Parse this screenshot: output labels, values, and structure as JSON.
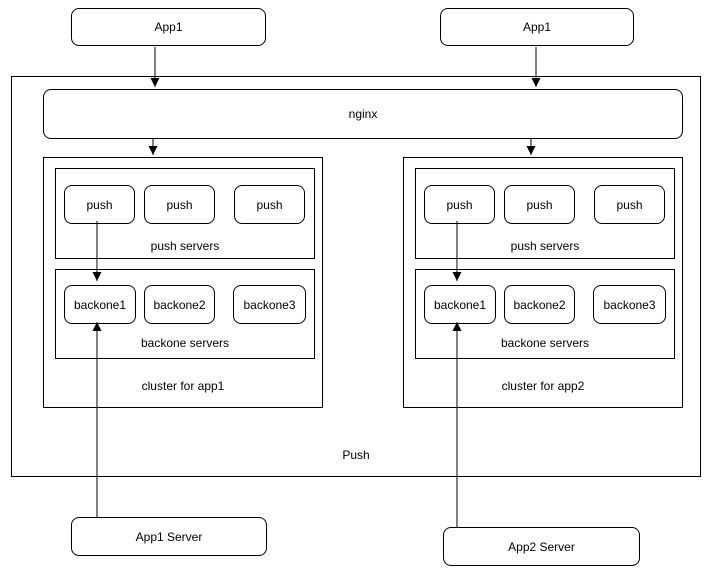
{
  "colors": {
    "stroke": "#000000",
    "fill": "#ffffff",
    "background": "#ffffff"
  },
  "top_nodes": [
    {
      "label": "App1"
    },
    {
      "label": "App1"
    }
  ],
  "push_container": {
    "label": "Push"
  },
  "nginx": {
    "label": "nginx"
  },
  "clusters": [
    {
      "label": "cluster for app1",
      "push_group": {
        "label": "push servers",
        "nodes": [
          {
            "label": "push"
          },
          {
            "label": "push"
          },
          {
            "label": "push"
          }
        ]
      },
      "backone_group": {
        "label": "backone servers",
        "nodes": [
          {
            "label": "backone1"
          },
          {
            "label": "backone2"
          },
          {
            "label": "backone3"
          }
        ]
      }
    },
    {
      "label": "cluster for app2",
      "push_group": {
        "label": "push servers",
        "nodes": [
          {
            "label": "push"
          },
          {
            "label": "push"
          },
          {
            "label": "push"
          }
        ]
      },
      "backone_group": {
        "label": "backone servers",
        "nodes": [
          {
            "label": "backone1"
          },
          {
            "label": "backone2"
          },
          {
            "label": "backone3"
          }
        ]
      }
    }
  ],
  "bottom_nodes": [
    {
      "label": "App1 Server"
    },
    {
      "label": "App2 Server"
    }
  ]
}
